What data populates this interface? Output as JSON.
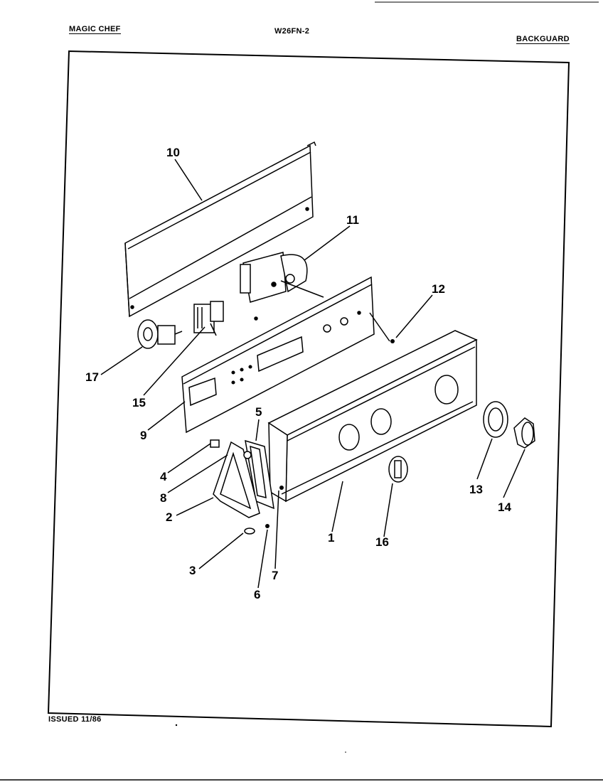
{
  "header": {
    "brand": "MAGIC CHEF",
    "model": "W26FN-2",
    "section": "BACKGUARD"
  },
  "footer": {
    "issued": "ISSUED 11/86"
  },
  "callouts": [
    {
      "id": "10",
      "label": "10"
    },
    {
      "id": "11",
      "label": "11"
    },
    {
      "id": "12",
      "label": "12"
    },
    {
      "id": "17",
      "label": "17"
    },
    {
      "id": "15",
      "label": "15"
    },
    {
      "id": "9",
      "label": "9"
    },
    {
      "id": "5",
      "label": "5"
    },
    {
      "id": "4",
      "label": "4"
    },
    {
      "id": "8",
      "label": "8"
    },
    {
      "id": "2",
      "label": "2"
    },
    {
      "id": "3",
      "label": "3"
    },
    {
      "id": "6",
      "label": "6"
    },
    {
      "id": "7",
      "label": "7"
    },
    {
      "id": "1",
      "label": "1"
    },
    {
      "id": "16",
      "label": "16"
    },
    {
      "id": "13",
      "label": "13"
    },
    {
      "id": "14",
      "label": "14"
    }
  ]
}
